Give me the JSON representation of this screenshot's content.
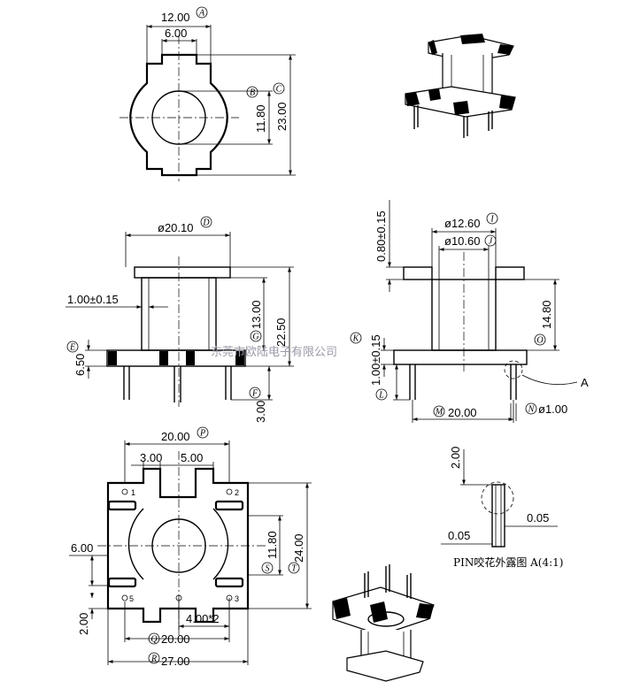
{
  "top_view": {
    "dims": {
      "width": "12.00",
      "slot": "6.00",
      "inner": "11.80",
      "height": "23.00"
    },
    "letters": {
      "width": "A",
      "inner": "B",
      "height": "C"
    }
  },
  "front_view": {
    "dims": {
      "dia": "ø20.10",
      "wall": "1.00±0.15",
      "winding": "13.00",
      "total": "22.50",
      "base": "6.50",
      "pin": "3.00"
    },
    "letters": {
      "dia": "D",
      "base": "E",
      "pin": "F",
      "winding": "G"
    }
  },
  "side_view": {
    "dims": {
      "outer": "ø12.60",
      "inner": "ø10.60",
      "flange": "0.80±0.15",
      "winding": "14.80",
      "pin_pitch": "20.00",
      "pin_dia": "ø1.00",
      "base": "1.00±0.15"
    },
    "letters": {
      "outer": "I",
      "inner": "J",
      "base": "K",
      "pin_len": "L",
      "pin_pitch": "M",
      "pin_dia": "N",
      "winding": "O"
    },
    "detail_label": "A"
  },
  "bottom_view": {
    "dims": {
      "top": "20.00",
      "w3": "3.00",
      "w5": "5.00",
      "w6": "6.00",
      "h118": "11.80",
      "h24": "24.00",
      "h2": "2.00",
      "pitch": "4.00*2",
      "w20": "20.00",
      "w27": "27.00"
    },
    "letters": {
      "top": "P",
      "w20": "Q",
      "w27": "R",
      "h118": "S",
      "h24": "T"
    },
    "pins": [
      "1",
      "2",
      "3",
      "5"
    ]
  },
  "detail": {
    "dims": {
      "h": "2.00",
      "a": "0.05",
      "b": "0.05"
    },
    "caption": "PIN咬花外露图   A(4:1)"
  },
  "watermark": "东莞市欧陆电子有限公司"
}
